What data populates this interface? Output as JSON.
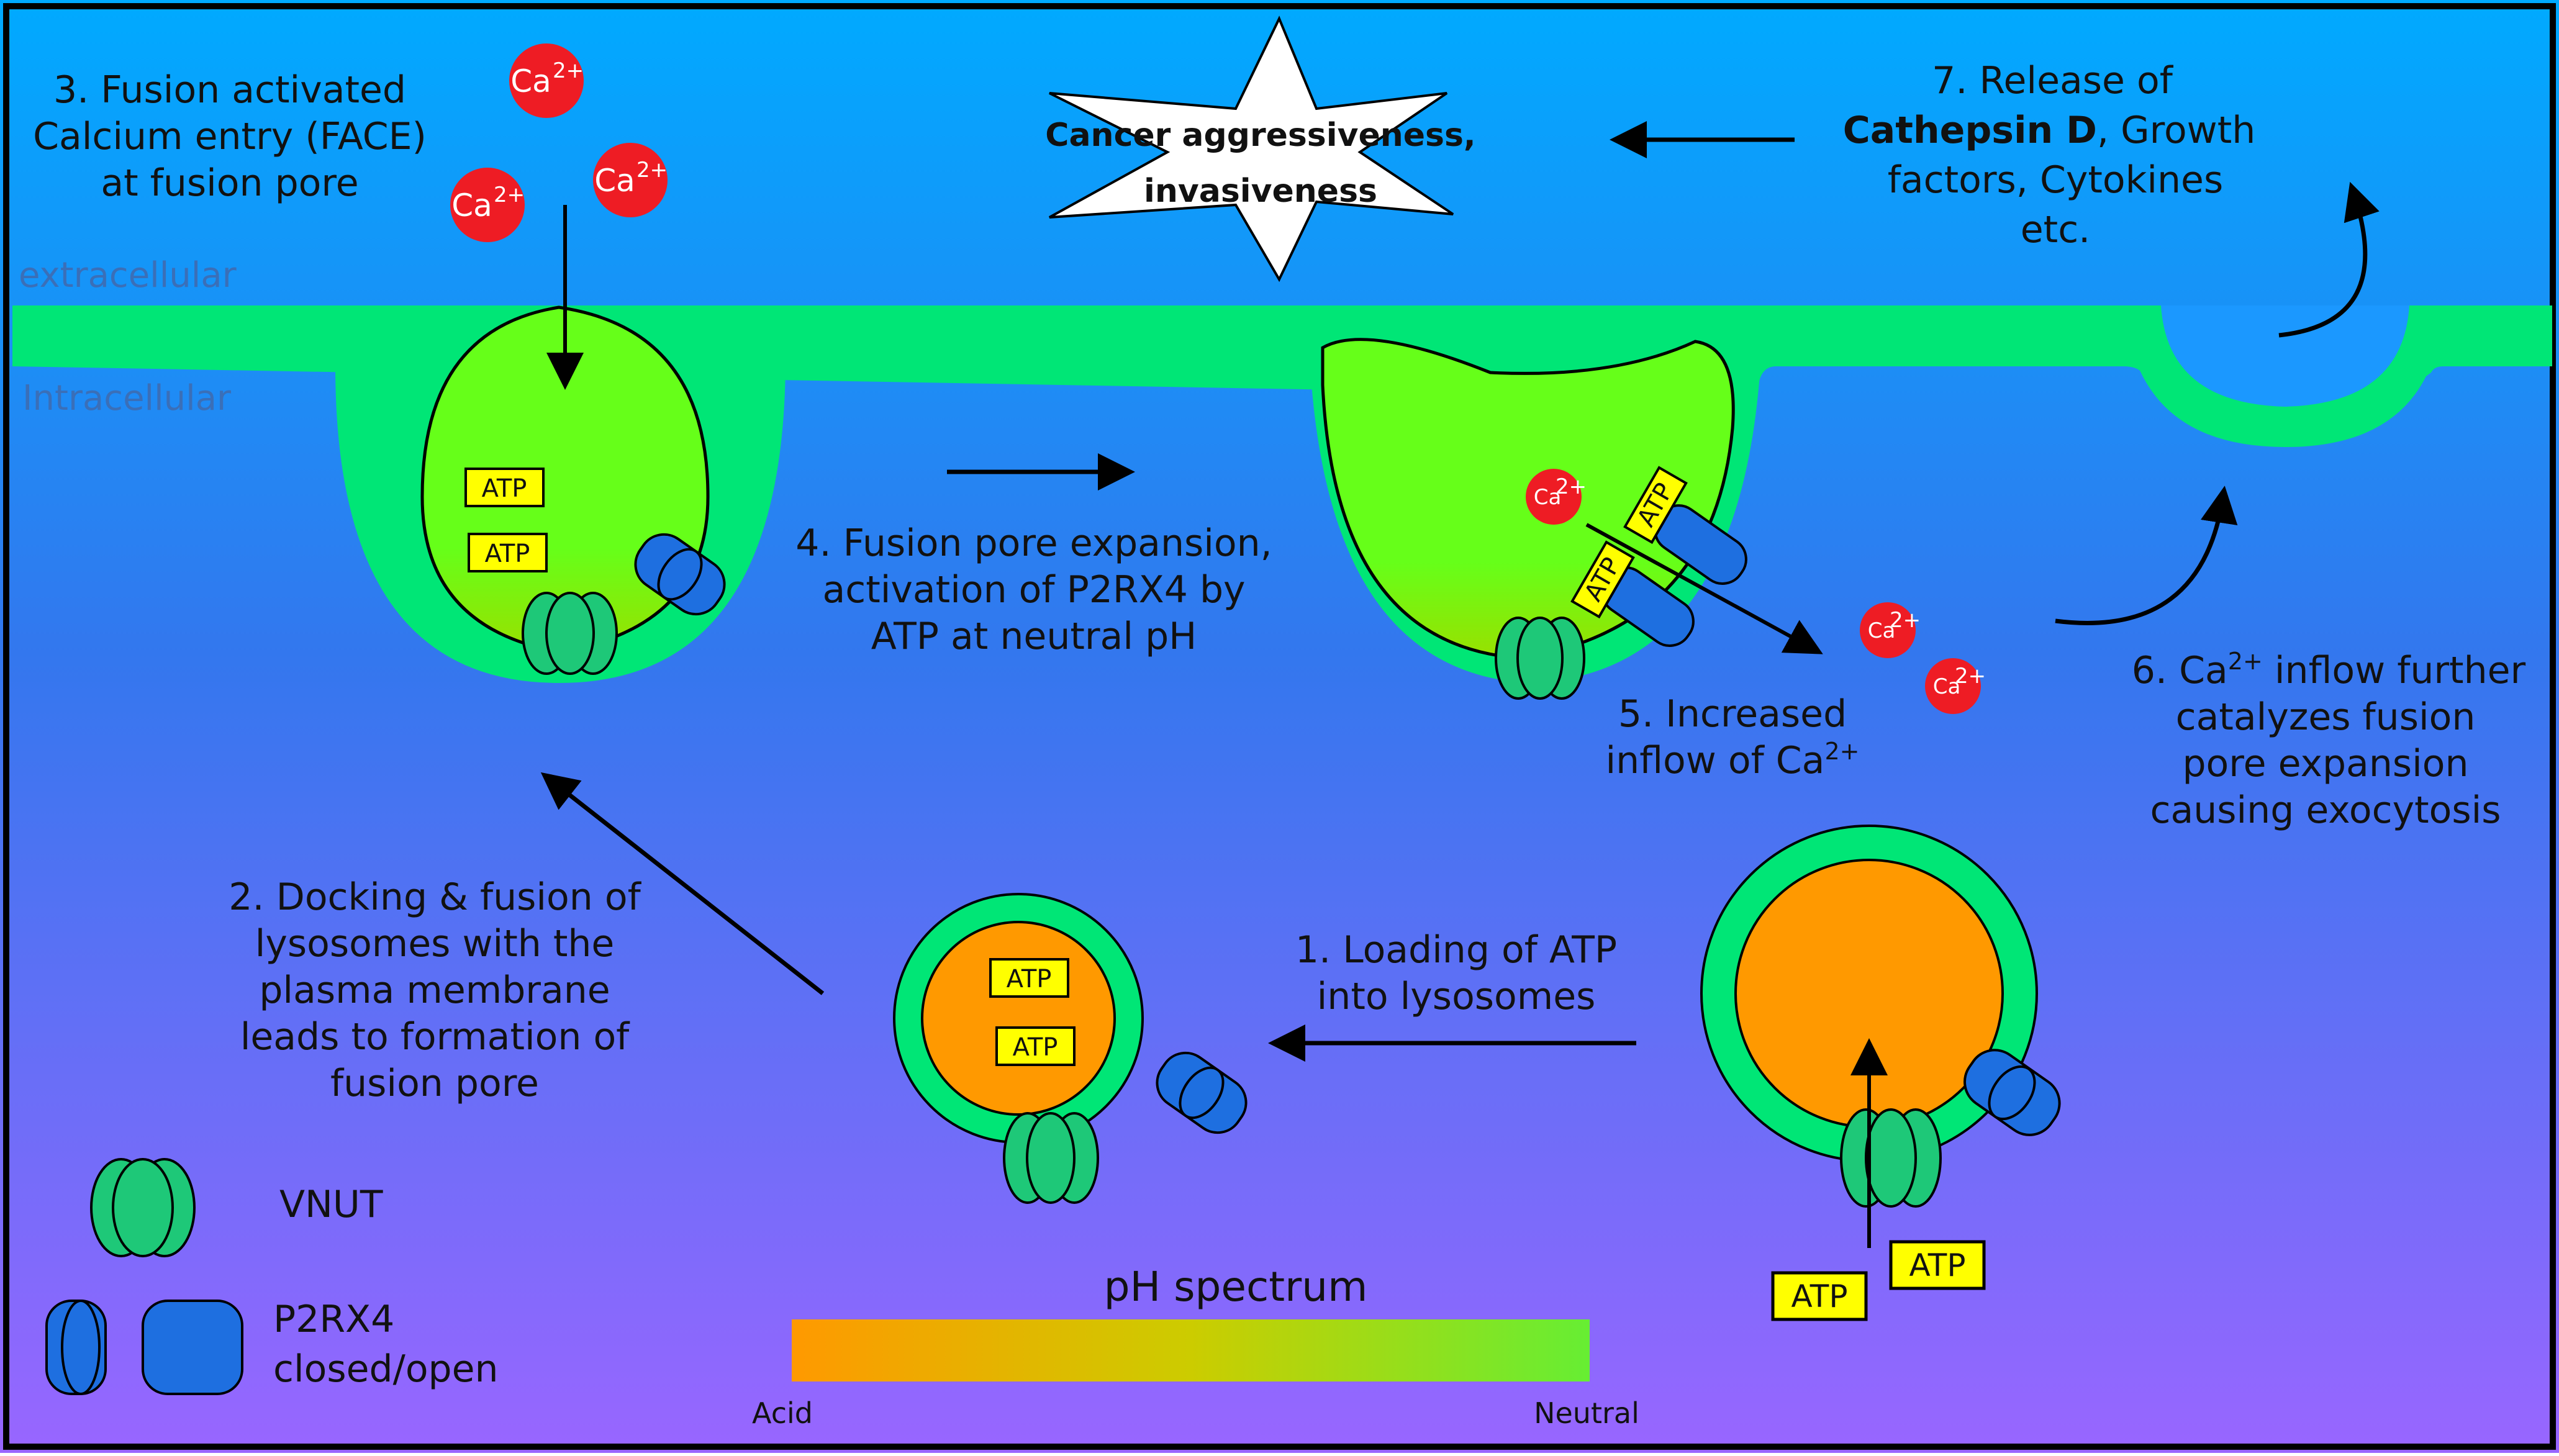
{
  "regions": {
    "extracellular": "extracellular",
    "intracellular": "Intracellular"
  },
  "star": {
    "line1": "Cancer aggressiveness,",
    "line2": "invasiveness"
  },
  "steps": {
    "step1": [
      "1. Loading of ATP",
      "into lysosomes"
    ],
    "step2": [
      "2. Docking & fusion of",
      "lysosomes with the",
      "plasma membrane",
      "leads to formation of",
      "fusion pore"
    ],
    "step3": [
      "3. Fusion activated",
      "Calcium entry (FACE)",
      "at fusion pore"
    ],
    "step4": [
      "4. Fusion pore expansion,",
      "activation of P2RX4 by",
      "ATP at neutral pH"
    ],
    "step5_line1": "5. Increased",
    "step5_line2_prefix": "inflow of Ca",
    "step6_line1_prefix": "6. Ca",
    "step6_line1_suffix": " inflow further",
    "step6_rest": [
      "catalyzes fusion",
      "pore expansion",
      "causing exocytosis"
    ],
    "step7_line1": "7. Release of",
    "step7_bold": "Cathepsin D",
    "step7_line2_rest": ", Growth",
    "step7_line3": "factors, Cytokines",
    "step7_line4": "etc."
  },
  "ions": {
    "ca": "Ca",
    "charge": "2+"
  },
  "atp_label": "ATP",
  "legend": {
    "vnut": "VNUT",
    "p2rx4_line1": "P2RX4",
    "p2rx4_line2": "closed/open"
  },
  "ph_spectrum": {
    "title": "pH spectrum",
    "left": "Acid",
    "right": "Neutral"
  },
  "colors": {
    "membrane": "#00e676",
    "lysosome_neutral": "#66ff19",
    "lysosome_acid": "#ff9900",
    "vnut": "#1ec878",
    "p2rx4": "#1e6fe0",
    "calcium": "#ee1c24",
    "atp_box": "#ffff00",
    "bg_top": "#00aaff",
    "bg_bottom": "#9966ff"
  }
}
